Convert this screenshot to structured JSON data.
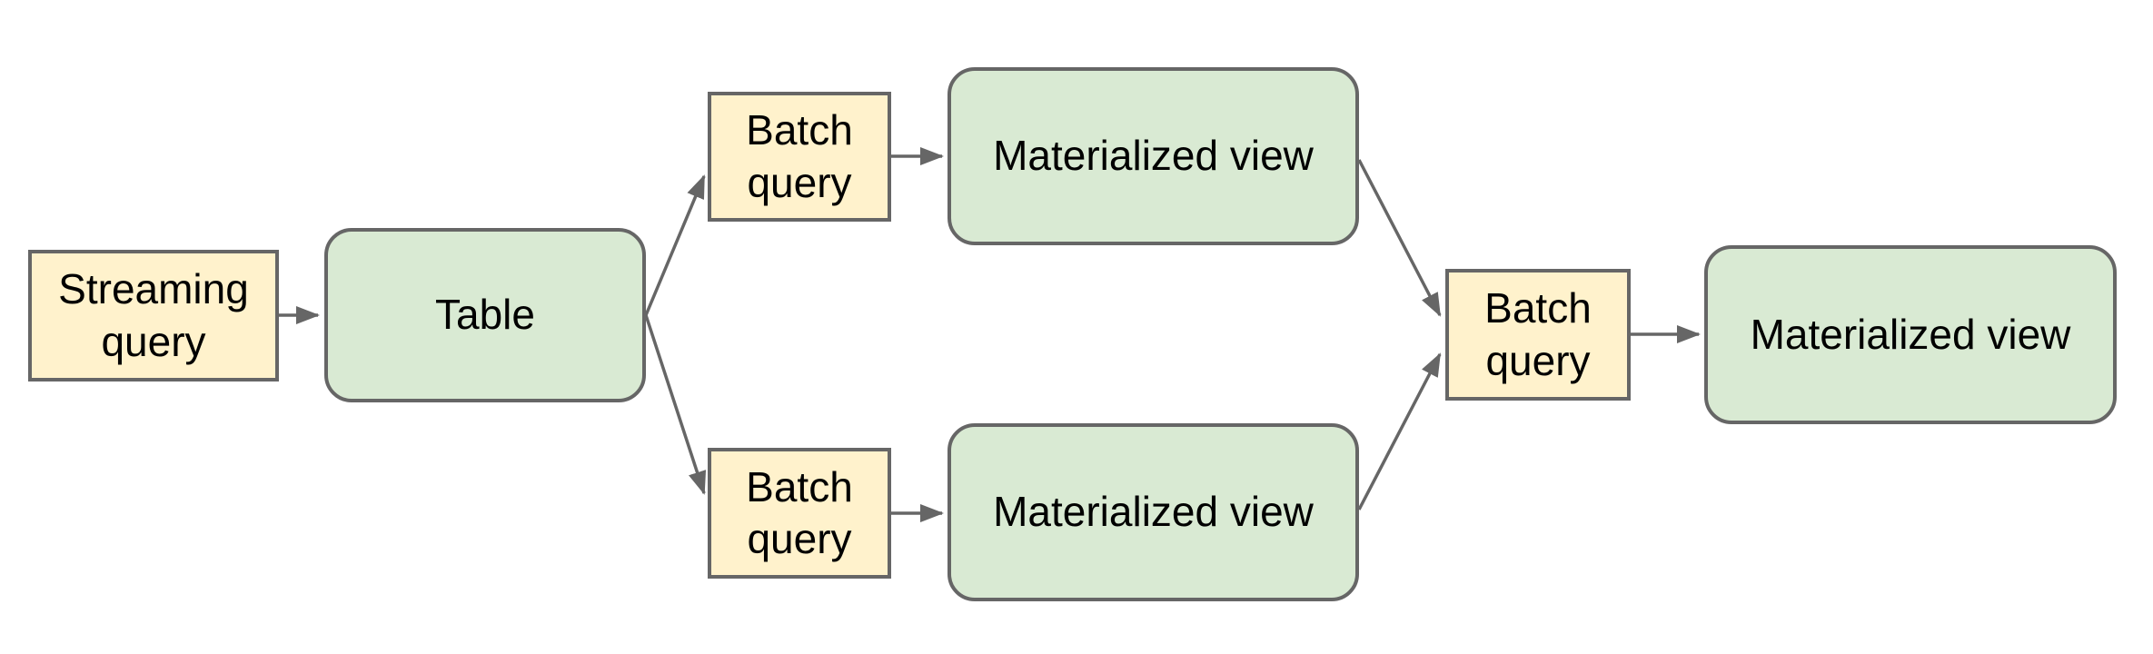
{
  "diagram": {
    "type": "dataflow",
    "background": "#ffffff",
    "colors": {
      "query_fill": "#fff2cc",
      "view_fill": "#d9ead3",
      "border": "#666666",
      "connector": "#666666",
      "text": "#000000"
    },
    "nodes": [
      {
        "id": "streaming-query",
        "label": "Streaming query",
        "kind": "query"
      },
      {
        "id": "table",
        "label": "Table",
        "kind": "storage"
      },
      {
        "id": "batch-query-top",
        "label": "Batch query",
        "kind": "query"
      },
      {
        "id": "materialized-view-top",
        "label": "Materialized view",
        "kind": "storage"
      },
      {
        "id": "batch-query-bottom",
        "label": "Batch query",
        "kind": "query"
      },
      {
        "id": "materialized-view-bottom",
        "label": "Materialized view",
        "kind": "storage"
      },
      {
        "id": "batch-query-merge",
        "label": "Batch query",
        "kind": "query"
      },
      {
        "id": "materialized-view-final",
        "label": "Materialized view",
        "kind": "storage"
      }
    ],
    "edges": [
      {
        "from": "streaming-query",
        "to": "table"
      },
      {
        "from": "table",
        "to": "batch-query-top"
      },
      {
        "from": "table",
        "to": "batch-query-bottom"
      },
      {
        "from": "batch-query-top",
        "to": "materialized-view-top"
      },
      {
        "from": "batch-query-bottom",
        "to": "materialized-view-bottom"
      },
      {
        "from": "materialized-view-top",
        "to": "batch-query-merge"
      },
      {
        "from": "materialized-view-bottom",
        "to": "batch-query-merge"
      },
      {
        "from": "batch-query-merge",
        "to": "materialized-view-final"
      }
    ]
  }
}
